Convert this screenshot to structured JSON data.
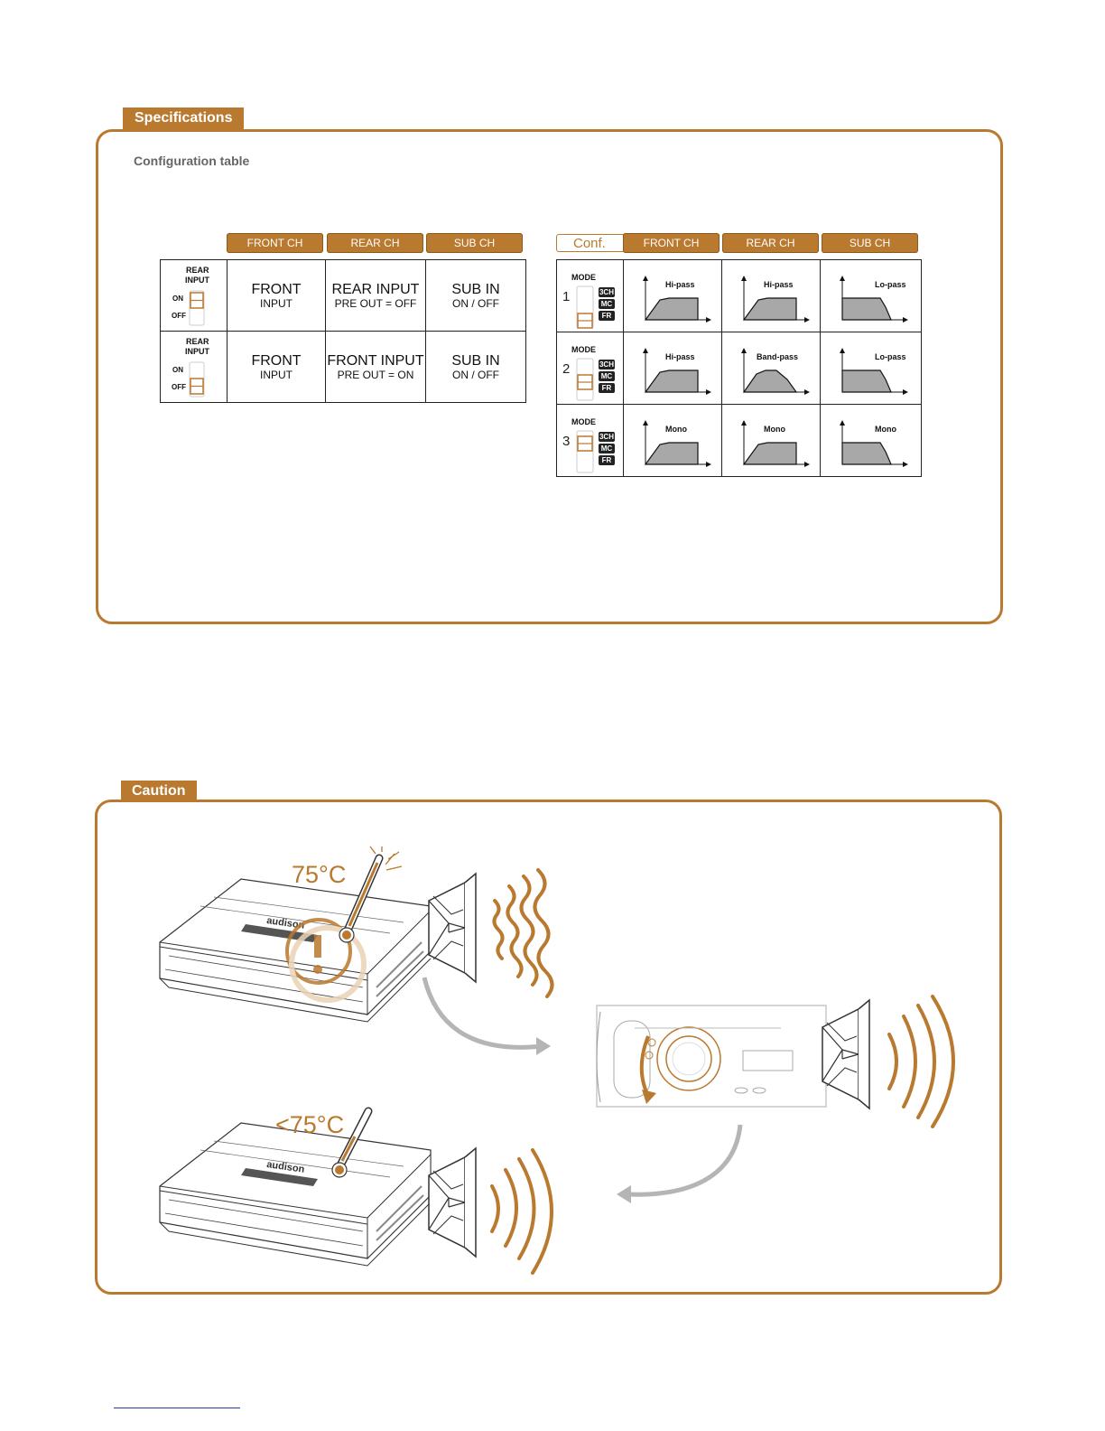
{
  "specs": {
    "tab_label": "Specifications",
    "subtitle": "Configuration table",
    "left_table": {
      "headers": [
        "FRONT CH",
        "REAR CH",
        "SUB CH"
      ],
      "switch_title_1": "REAR",
      "switch_title_2": "INPUT",
      "on_label": "ON",
      "off_label": "OFF",
      "rows": [
        {
          "switch_state": "ON",
          "front": {
            "big": "FRONT",
            "small": "INPUT"
          },
          "rear": {
            "big": "REAR INPUT",
            "small": "PRE OUT = OFF"
          },
          "sub": {
            "big": "SUB IN",
            "small": "ON / OFF"
          }
        },
        {
          "switch_state": "OFF",
          "front": {
            "big": "FRONT",
            "small": "INPUT"
          },
          "rear": {
            "big": "FRONT INPUT",
            "small": "PRE OUT = ON"
          },
          "sub": {
            "big": "SUB IN",
            "small": "ON / OFF"
          }
        }
      ]
    },
    "right_table": {
      "conf_label": "Conf.",
      "headers": [
        "FRONT CH",
        "REAR CH",
        "SUB CH"
      ],
      "mode_label": "MODE",
      "badges": [
        "3CH",
        "MC",
        "FR"
      ],
      "rows": [
        {
          "mode": "1",
          "switch_position": "bottom",
          "curves": [
            {
              "type": "hi",
              "label": "Hi-pass"
            },
            {
              "type": "hi",
              "label": "Hi-pass"
            },
            {
              "type": "lo",
              "label": "Lo-pass"
            }
          ]
        },
        {
          "mode": "2",
          "switch_position": "middle",
          "curves": [
            {
              "type": "hi",
              "label": "Hi-pass"
            },
            {
              "type": "band",
              "label": "Band-pass"
            },
            {
              "type": "lo",
              "label": "Lo-pass"
            }
          ]
        },
        {
          "mode": "3",
          "switch_position": "top",
          "curves": [
            {
              "type": "hi",
              "label": "Mono"
            },
            {
              "type": "hi",
              "label": "Mono"
            },
            {
              "type": "lo",
              "label": "Mono"
            }
          ]
        }
      ]
    }
  },
  "caution": {
    "tab_label": "Caution",
    "temp_hot": "75°C",
    "temp_ok": "<75°C",
    "brand_on_amp": "audison"
  },
  "colors": {
    "accent": "#b9792e",
    "arrow_gray": "#b5b5b5",
    "curve_fill": "#a8a8a8"
  }
}
